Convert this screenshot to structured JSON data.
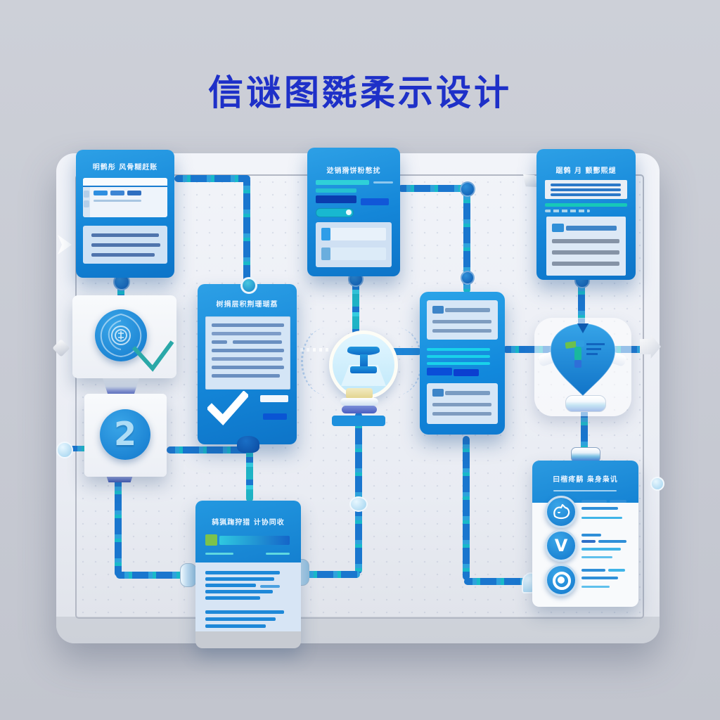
{
  "title": "信谜图毲柔示设计",
  "cards": {
    "top_left": {
      "title": "明鹘彤 风骨糊赶账"
    },
    "top_middle": {
      "title": "逤销猾饼粉憋扰"
    },
    "top_right": {
      "title": "踞鹩 月 颤酆熙煺"
    },
    "check": {
      "title": "树捐层积荆珊瑚荔"
    },
    "bottom_middle": {
      "title": "鸫猟踘狩猎 计协同收"
    },
    "bottom_right": {
      "title": "曰楷疼鹬 枭身枭讥"
    }
  },
  "icons": {
    "step_two": "2",
    "v_badge": "V"
  },
  "colors": {
    "heading_blue": "#1e30c8",
    "card_blue": "#1486d8",
    "accent_teal": "#19b9c9",
    "accent_green": "#6cc04c",
    "dark_blue": "#0a4ed0"
  }
}
